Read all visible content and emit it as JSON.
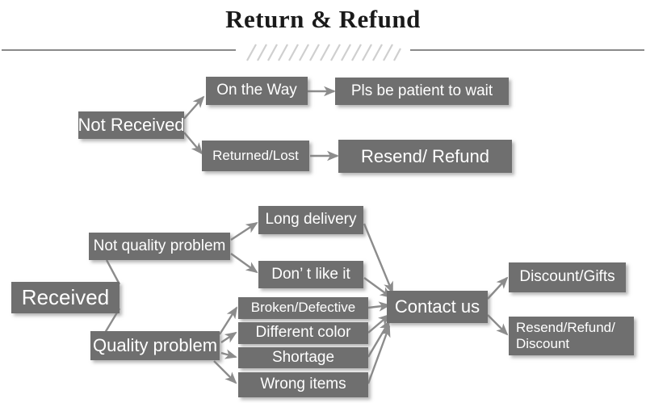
{
  "header": {
    "title": "Return & Refund",
    "divider_icon": "diagonal-hatch-divider",
    "hatch_count": 15
  },
  "colors": {
    "box_fill": "#6f6f6f",
    "box_text": "#ffffff",
    "arrow": "#8c8c8c",
    "rule": "#8a8a8a",
    "hatch": "#cfcfcf",
    "title": "#1a1a1a",
    "background": "#ffffff"
  },
  "flow": {
    "not_received": {
      "root": "Not Received",
      "branches": [
        {
          "cause": "On the Way",
          "resolution": "Pls be patient to wait"
        },
        {
          "cause": "Returned/Lost",
          "resolution": "Resend/ Refund"
        }
      ]
    },
    "received": {
      "root": "Received",
      "categories": [
        {
          "label": "Not quality problem",
          "issues": [
            "Long delivery",
            "Don’ t like it"
          ]
        },
        {
          "label": "Quality problem",
          "issues": [
            "Broken/Defective",
            "Different color",
            "Shortage",
            "Wrong items"
          ]
        }
      ],
      "action": "Contact us",
      "outcomes": [
        "Discount/Gifts",
        "Resend/Refund/\nDiscount"
      ]
    }
  }
}
